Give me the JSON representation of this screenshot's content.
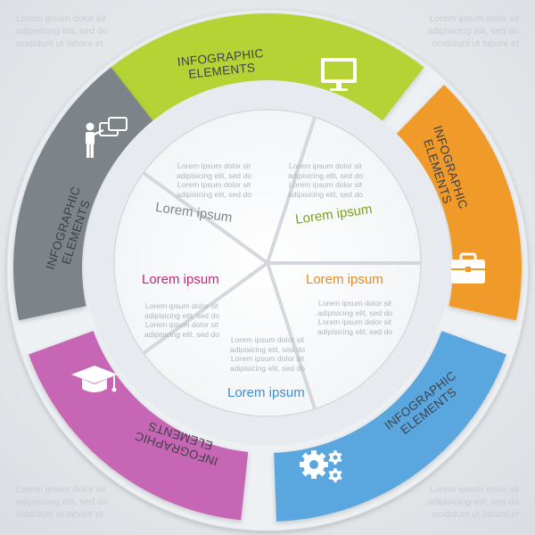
{
  "corners": {
    "top_left": "Lorem ipsum dolor sit\nadipisicing elit, sed do\nncididunt ut labore et",
    "top_right": "Lorem ipsum dolor sit\nadipisicing elit, sed do\nncididunt ut labore et",
    "bottom_left": "Lorem ipsum dolor sit\nadipisicing elit, sed do\nncididunt ut labore et",
    "bottom_right": "Lorem ipsum dolor sit\nadipisicing elit, sed do\nncididunt ut labore et"
  },
  "ring": [
    {
      "label": "INFOGRAPHIC\nELEMENTS",
      "color": "#b5d334",
      "icon": "monitor-icon"
    },
    {
      "label": "INFOGRAPHIC\nELEMENTS",
      "color": "#f09a2b",
      "icon": "briefcase-icon"
    },
    {
      "label": "INFOGRAPHIC\nELEMENTS",
      "color": "#5aa6de",
      "icon": "gears-icon"
    },
    {
      "label": "INFOGRAPHIC\nELEMENTS",
      "color": "#c766b4",
      "icon": "graduation-cap-icon"
    },
    {
      "label": "INFOGRAPHIC\nELEMENTS",
      "color": "#7c8389",
      "icon": "presenter-icon"
    }
  ],
  "segments": [
    {
      "title": "Lorem ipsum",
      "color": "#7aa21c",
      "text": "Lorem ipsum dolor sit\nadipisicing elit, sed do\nLorem ipsum dolor sit\nadipisicing elit, sed do"
    },
    {
      "title": "Lorem ipsum",
      "color": "#e58a1f",
      "text": "Lorem ipsum dolor sit\nadipisicing elit, sed do\nLorem ipsum dolor sit\nadipisicing elit, sed do"
    },
    {
      "title": "Lorem ipsum",
      "color": "#3d8fd3",
      "text": "Lorem ipsum dolor sit\nadipisicing elit, sed do\nLorem ipsum dolor sit\nadipisicing elit, sed do"
    },
    {
      "title": "Lorem ipsum",
      "color": "#c2257e",
      "text": "Lorem ipsum dolor sit\nadipisicing elit, sed do\nLorem ipsum dolor sit\nadipisicing elit, sed do"
    },
    {
      "title": "Lorem ipsum",
      "color": "#80858b",
      "text": "Lorem ipsum dolor sit\nadipisicing elit, sed do\nLorem ipsum dolor sit\nadipisicing elit, sed do"
    }
  ]
}
